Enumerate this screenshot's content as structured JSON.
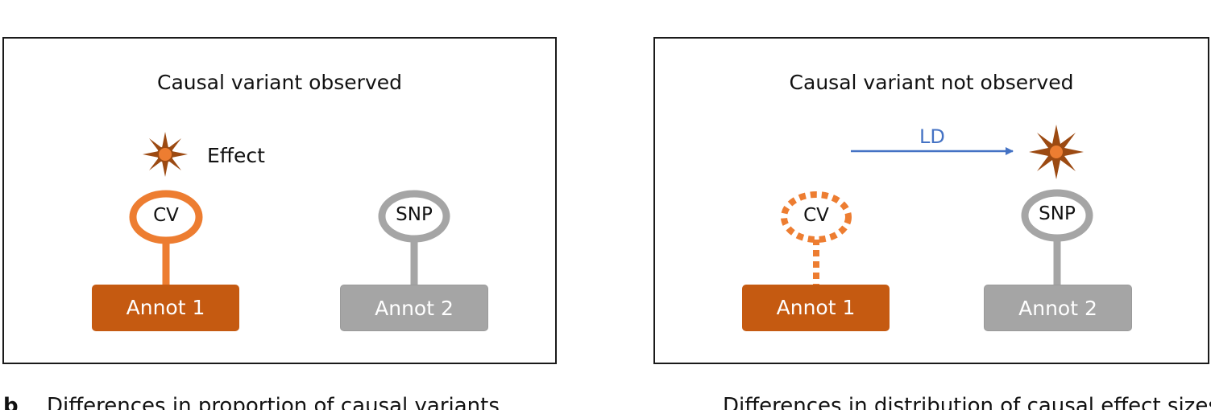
{
  "left_panel": {
    "title": "Causal variant observed",
    "effect_label": "Effect",
    "cv_label": "CV",
    "snp_label": "SNP",
    "annot1_label": "Annot 1",
    "annot2_label": "Annot 2"
  },
  "right_panel": {
    "title": "Causal variant not observed",
    "ld_label": "LD",
    "cv_label": "CV",
    "snp_label": "SNP",
    "annot1_label": "Annot 1",
    "annot2_label": "Annot 2"
  },
  "bottom": {
    "panel_letter": "b",
    "left_caption_partial": "Differences in proportion of causal variants",
    "right_caption_partial": "Differences in distribution of causal effect sizes"
  },
  "colors": {
    "orange": "#c55a11",
    "light_orange": "#ed7d31",
    "gray": "#a5a5a5",
    "ld_blue": "#4472c4",
    "star_brown": "#9c4a12"
  },
  "icons": [
    "effect-star-icon"
  ]
}
